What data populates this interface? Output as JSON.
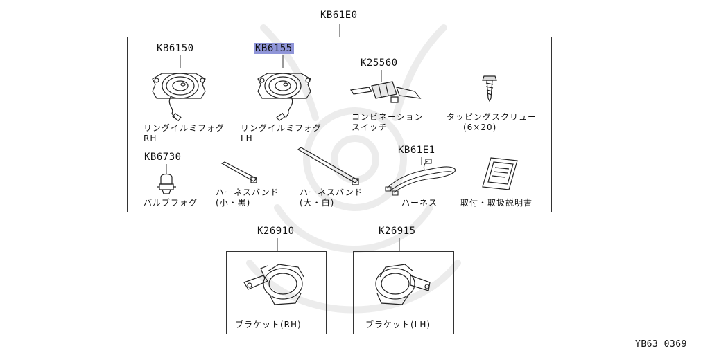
{
  "assembly": {
    "code": "KB61E0"
  },
  "parts": {
    "fog_rh": {
      "code": "KB6150",
      "name_line1": "リングイルミフォグ",
      "name_line2": "RH"
    },
    "fog_lh": {
      "code": "KB6155",
      "name_line1": "リングイルミフォグ",
      "name_line2": "LH"
    },
    "switch": {
      "code": "K25560",
      "name_line1": "コンビネーション",
      "name_line2": "スイッチ"
    },
    "screw": {
      "name_line1": "タッピングスクリュー",
      "name_line2": "(6×20)"
    },
    "bulb": {
      "code": "KB6730",
      "name": "バルブフォグ"
    },
    "band_small": {
      "name_line1": "ハーネスバンド",
      "name_line2": "(小・黒)"
    },
    "band_large": {
      "name_line1": "ハーネスバンド",
      "name_line2": "(大・白)"
    },
    "harness": {
      "code": "KB61E1",
      "name": "ハーネス"
    },
    "manual": {
      "name": "取付・取扱説明書"
    },
    "bracket_rh": {
      "code": "K26910",
      "name": "ブラケット(RH)"
    },
    "bracket_lh": {
      "code": "K26915",
      "name": "ブラケット(LH)"
    }
  },
  "footer": {
    "ref": "YB63 0369"
  }
}
